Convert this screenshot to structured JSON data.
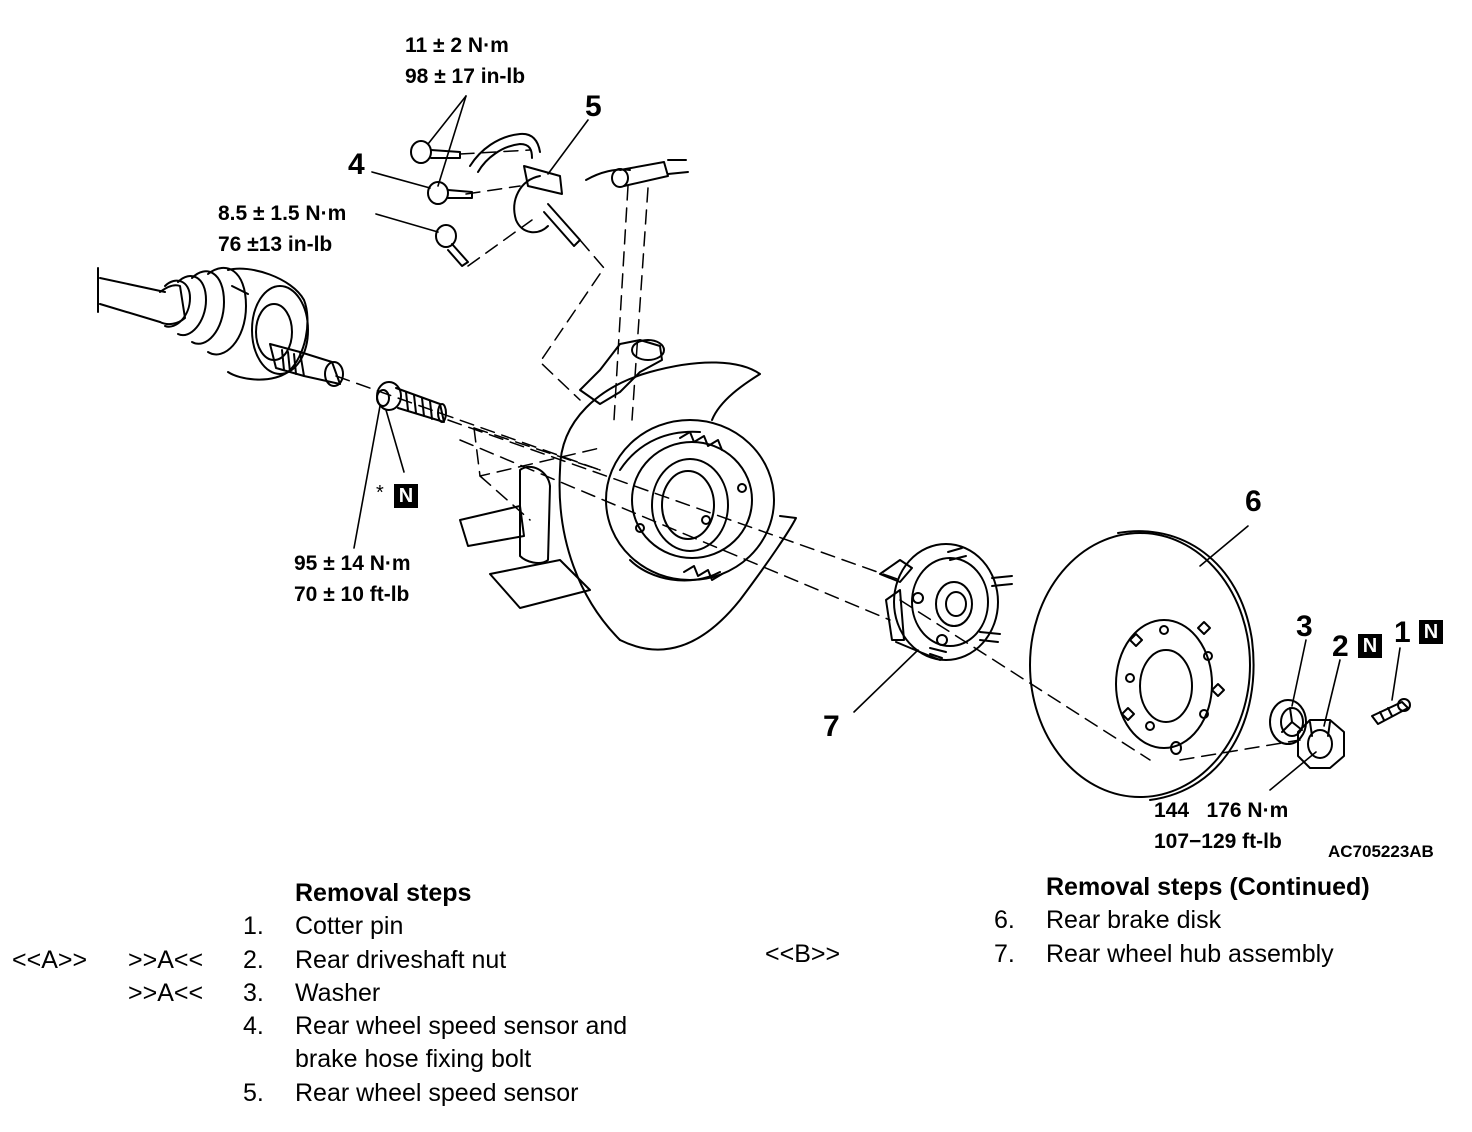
{
  "figure_code": "AC705223AB",
  "callouts": {
    "c1": "1",
    "c2": "2",
    "c3": "3",
    "c4": "4",
    "c5": "5",
    "c6": "6",
    "c7": "7"
  },
  "badge_letter": "N",
  "asterisk": "*",
  "torques": {
    "sensor_bolt_nm": "11 ± 2 N·m",
    "sensor_bolt_inlb": "98 ± 17 in-lb",
    "hose_bolt_nm": "8.5 ± 1.5 N·m",
    "hose_bolt_inlb": "76 ±13 in-lb",
    "hub_bolt_nm": "95 ± 14 N·m",
    "hub_bolt_ftlb": "70 ± 10 ft-lb",
    "nut_nm": "144   176 N·m",
    "nut_ftlb": "107−129 ft-lb"
  },
  "removal_steps": {
    "heading": "Removal steps",
    "items": [
      {
        "num": "1.",
        "label": "Cotter pin",
        "left_ref": "",
        "right_ref": ""
      },
      {
        "num": "2.",
        "label": "Rear driveshaft nut",
        "left_ref": "<<A>>",
        "right_ref": ">>A<<"
      },
      {
        "num": "3.",
        "label": "Washer",
        "left_ref": "",
        "right_ref": ">>A<<"
      },
      {
        "num": "4.",
        "label": "Rear wheel speed sensor and",
        "label2": "brake hose fixing bolt",
        "left_ref": "",
        "right_ref": ""
      },
      {
        "num": "5.",
        "label": "Rear wheel speed sensor",
        "left_ref": "",
        "right_ref": ""
      }
    ]
  },
  "removal_steps_continued": {
    "heading": "Removal steps (Continued)",
    "items": [
      {
        "num": "6.",
        "label": "Rear brake disk",
        "left_ref": ""
      },
      {
        "num": "7.",
        "label": "Rear wheel hub assembly",
        "left_ref": "<<B>>"
      }
    ]
  }
}
